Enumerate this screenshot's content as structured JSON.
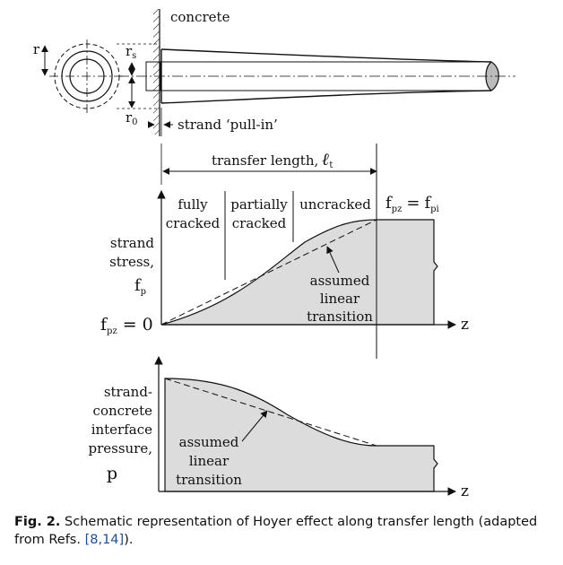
{
  "top_diagram": {
    "concrete_label": "concrete",
    "r_label": "r",
    "rs_main": "r",
    "rs_sub": "s",
    "r0_main": "r",
    "r0_sub": "0",
    "pull_in_label": "strand ‘pull-in’"
  },
  "stress_plot": {
    "transfer_length_label": "transfer length,",
    "transfer_length_symbol": "ℓ",
    "transfer_length_sub": "t",
    "zone_fully": [
      "fully",
      "cracked"
    ],
    "zone_partially": [
      "partially",
      "cracked"
    ],
    "zone_uncracked": "uncracked",
    "fpz_fpi": {
      "f1": "f",
      "s1": "pz",
      "eq": "=",
      "f2": "f",
      "s2": "pi"
    },
    "y_label_lines": [
      "strand",
      "stress,"
    ],
    "y_symbol": "f",
    "y_symbol_sub": "p",
    "origin_label": {
      "f": "f",
      "sub": "pz",
      "rest": "= 0"
    },
    "assumed_lines": [
      "assumed",
      "linear",
      "transition"
    ],
    "x_axis": "z"
  },
  "pressure_plot": {
    "y_label_lines": [
      "strand-",
      "concrete",
      "interface",
      "pressure,"
    ],
    "y_symbol": "p",
    "assumed_lines": [
      "assumed",
      "linear",
      "transition"
    ],
    "x_axis": "z"
  },
  "caption": {
    "label": "Fig. 2.",
    "text": "Schematic representation of Hoyer effect along transfer length (adapted from Refs. ",
    "refs": "[8,14]",
    "tail": ")."
  }
}
